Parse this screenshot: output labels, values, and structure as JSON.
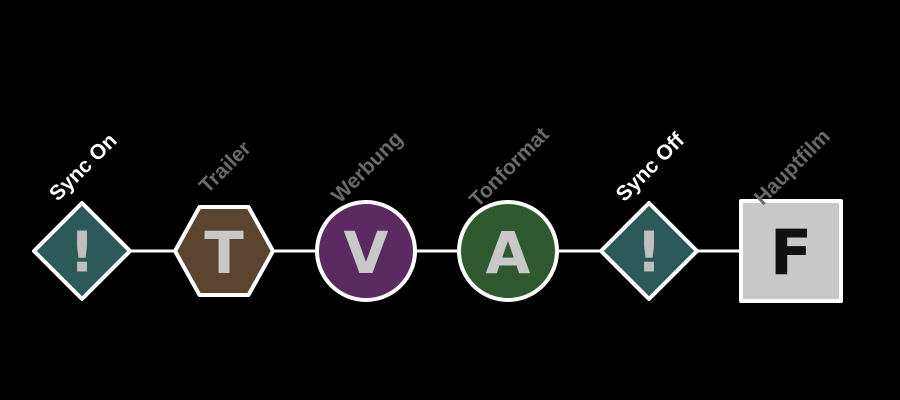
{
  "timeline": {
    "steps": [
      {
        "label": "Sync On",
        "label_color": "#ffffff",
        "shape": "diamond",
        "fill": "#2c5a58",
        "border": "#ffffff",
        "glyph": "!",
        "glyph_color": "#bfbfbf",
        "icon": "exclamation-diamond-icon"
      },
      {
        "label": "Trailer",
        "label_color": "#6a6a6a",
        "shape": "hexagon",
        "fill": "#5b4430",
        "border": "#ffffff",
        "glyph": "T",
        "glyph_color": "#c8c8c8",
        "icon": "trailer-hexagon-icon"
      },
      {
        "label": "Werbung",
        "label_color": "#6a6a6a",
        "shape": "circle",
        "fill": "#5a2a60",
        "border": "#ffffff",
        "glyph": "V",
        "glyph_color": "#c8c8c8",
        "icon": "advertising-circle-icon"
      },
      {
        "label": "Tonformat",
        "label_color": "#6a6a6a",
        "shape": "circle",
        "fill": "#2f5a2f",
        "border": "#ffffff",
        "glyph": "A",
        "glyph_color": "#c8c8c8",
        "icon": "audio-format-circle-icon"
      },
      {
        "label": "Sync Off",
        "label_color": "#ffffff",
        "shape": "diamond",
        "fill": "#2c5a58",
        "border": "#ffffff",
        "glyph": "!",
        "glyph_color": "#bfbfbf",
        "icon": "exclamation-diamond-icon"
      },
      {
        "label": "Hauptfilm",
        "label_color": "#6a6a6a",
        "shape": "square",
        "fill": "#c8c8c8",
        "border": "#ffffff",
        "glyph": "F",
        "glyph_color": "#111111",
        "icon": "feature-film-square-icon"
      }
    ],
    "connector_color": "#ffffff"
  }
}
